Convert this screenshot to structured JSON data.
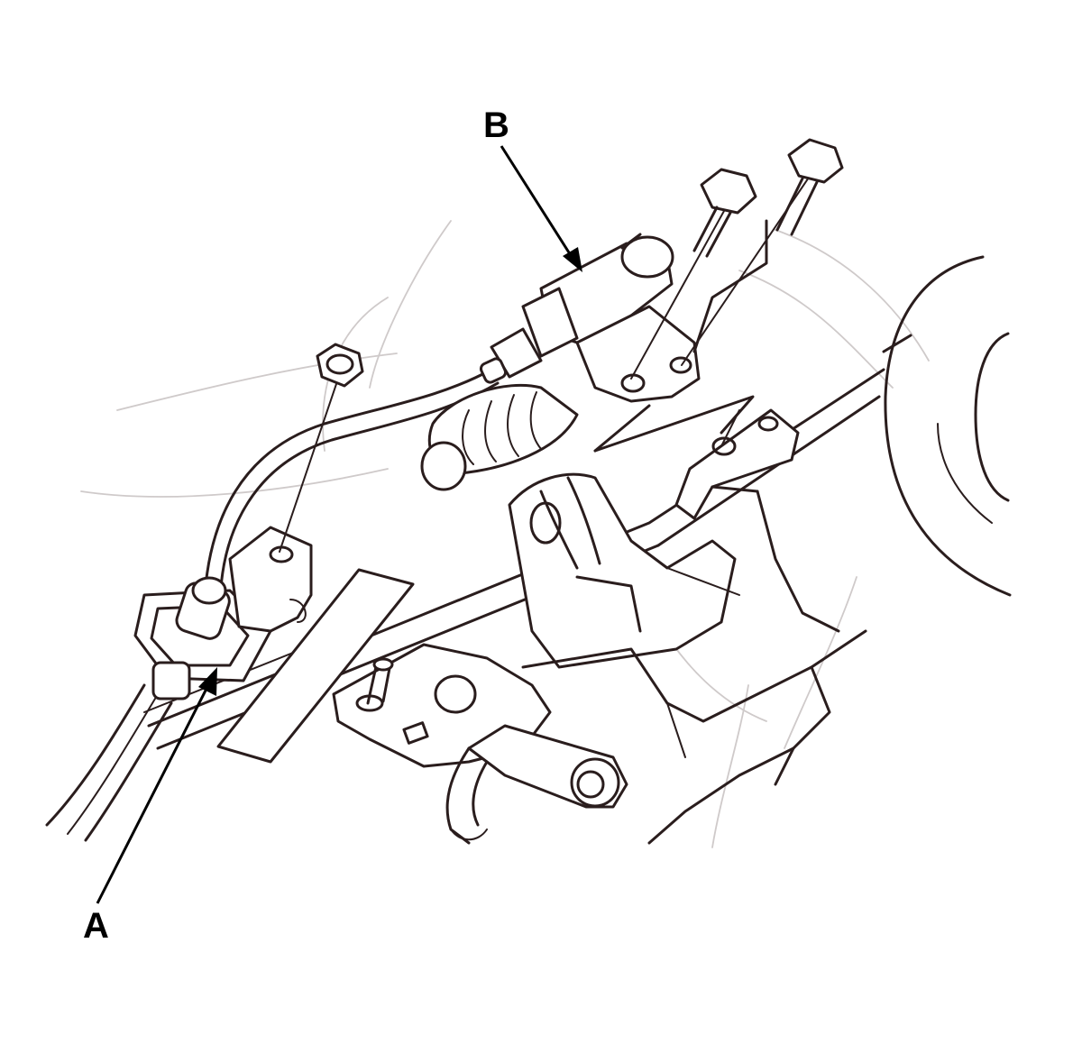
{
  "callouts": [
    {
      "id": "A",
      "label": "A",
      "target": "hose-bracket-clip"
    },
    {
      "id": "B",
      "label": "B",
      "target": "clutch-slave-cylinder"
    }
  ],
  "colors": {
    "line": "#2a1d1d",
    "faint": "#cfcaca",
    "background": "#ffffff",
    "label": "#000000"
  }
}
